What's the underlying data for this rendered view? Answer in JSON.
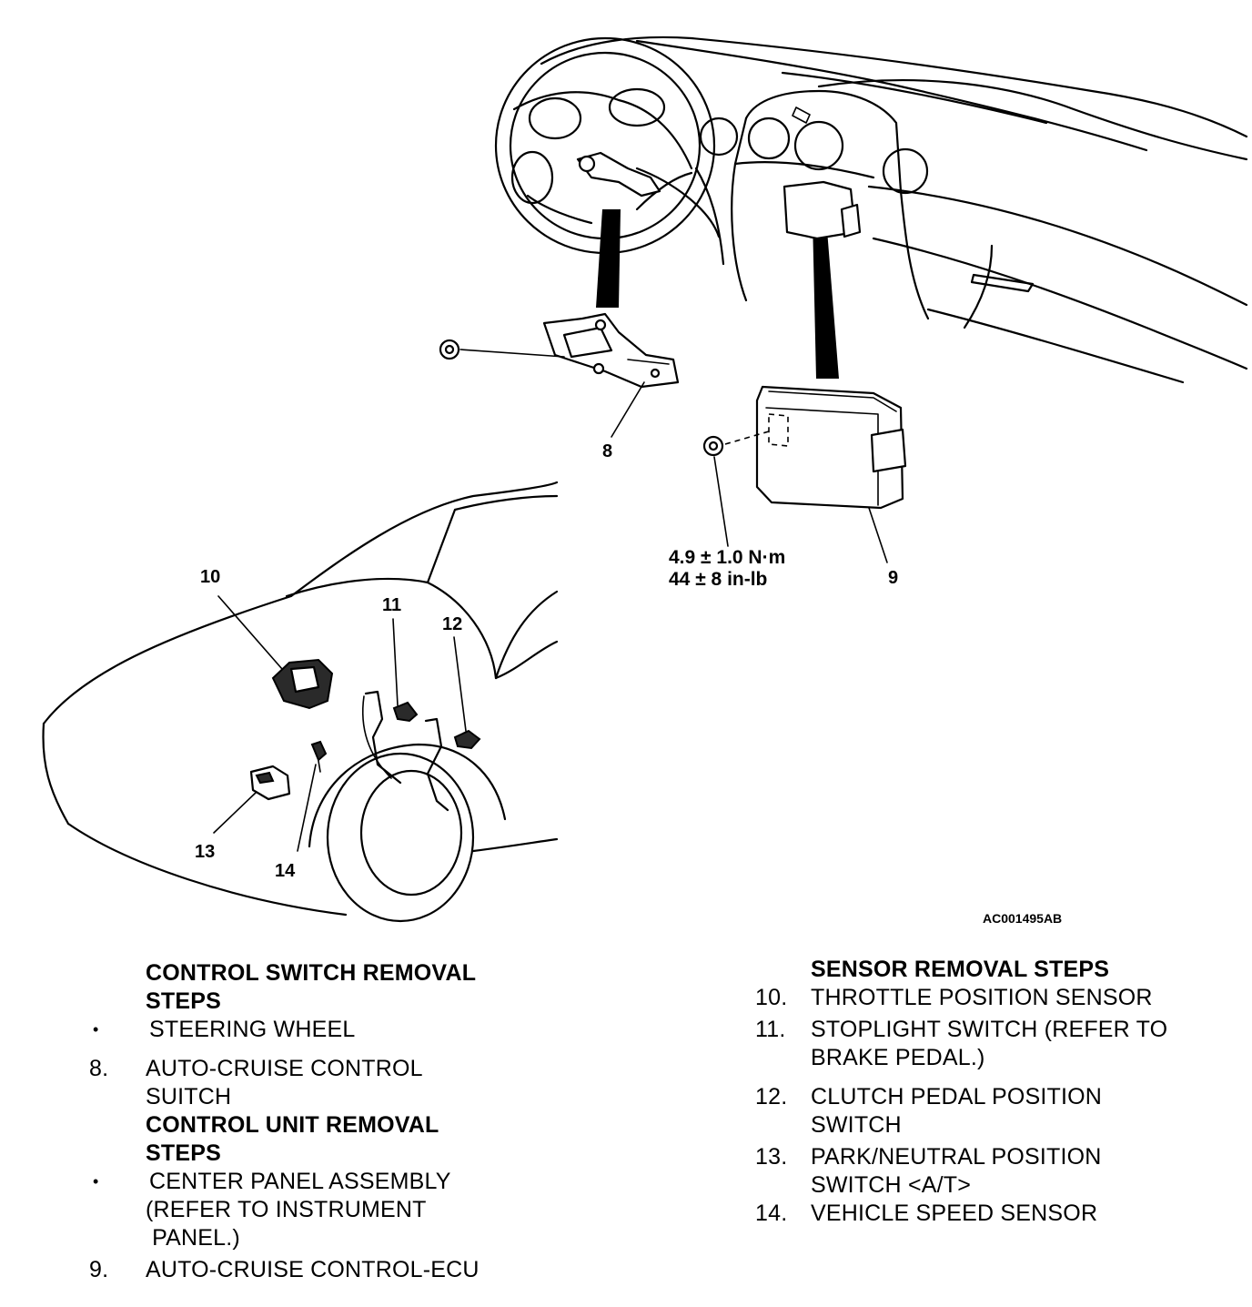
{
  "diagram": {
    "callouts": {
      "c8": "8",
      "c9": "9",
      "c10": "10",
      "c11": "11",
      "c12": "12",
      "c13": "13",
      "c14": "14"
    },
    "torque": {
      "metric": "4.9 ± 1.0 N·m",
      "imperial": "44 ± 8 in-lb"
    },
    "figure_ref": "AC001495AB"
  },
  "left_steps": {
    "heading1_line1": "CONTROL SWITCH REMOVAL",
    "heading1_line2": "STEPS",
    "item_a_marker": "•",
    "item_a_text": "STEERING WHEEL",
    "item_8_num": "8.",
    "item_8_line1": "AUTO-CRUISE CONTROL",
    "item_8_line2": "SUITCH",
    "heading2_line1": "CONTROL UNIT REMOVAL",
    "heading2_line2": "STEPS",
    "item_b_marker": "•",
    "item_b_line1": "CENTER PANEL ASSEMBLY",
    "item_b_line2": "(REFER TO  INSTRUMENT",
    "item_b_line3": " PANEL.)",
    "item_9_num": "9.",
    "item_9_text": "AUTO-CRUISE CONTROL-ECU"
  },
  "right_steps": {
    "heading": "SENSOR REMOVAL STEPS",
    "items": [
      {
        "num": "10.",
        "line1": "THROTTLE POSITION SENSOR",
        "line2": ""
      },
      {
        "num": "11.",
        "line1": "STOPLIGHT SWITCH (REFER TO",
        "line2": "BRAKE PEDAL.)"
      },
      {
        "num": "12.",
        "line1": "CLUTCH PEDAL POSITION",
        "line2": "SWITCH"
      },
      {
        "num": "13.",
        "line1": "PARK/NEUTRAL POSITION",
        "line2": "SWITCH <A/T>"
      },
      {
        "num": "14.",
        "line1": "VEHICLE SPEED SENSOR",
        "line2": ""
      }
    ]
  }
}
